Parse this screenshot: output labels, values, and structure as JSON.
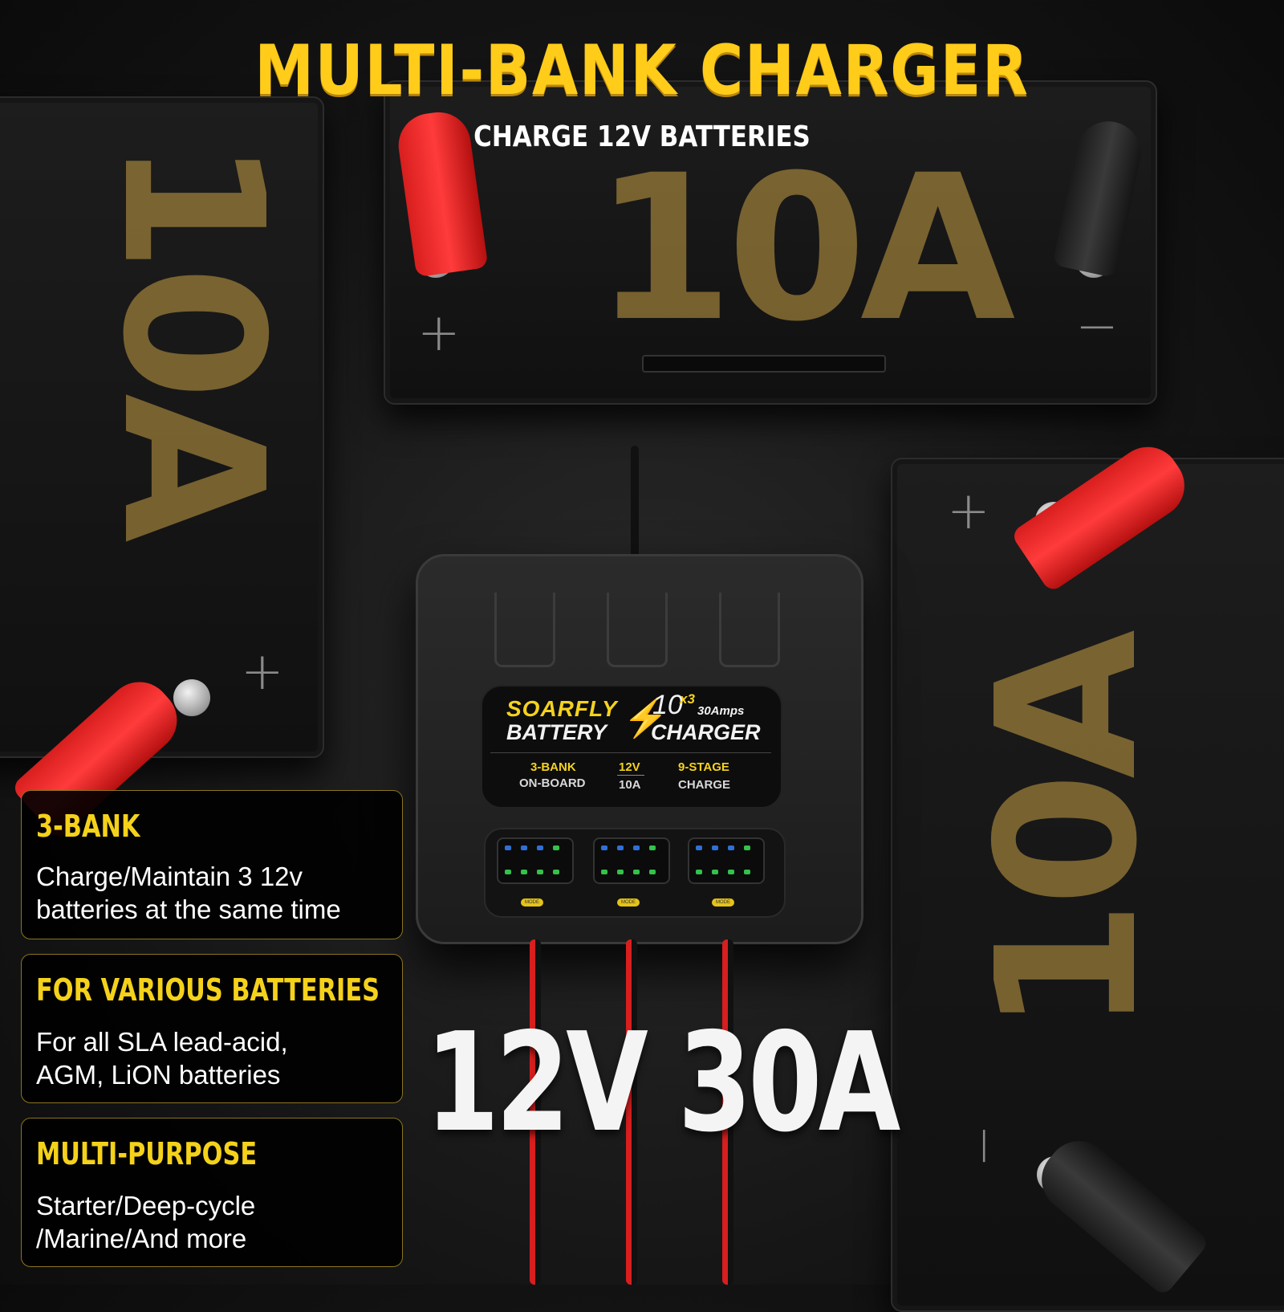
{
  "header": {
    "title": "MULTI-BANK CHARGER",
    "subtitle": "CHARGE 12V BATTERIES"
  },
  "battery_overlays": {
    "top": "10A",
    "left": "10A",
    "right": "10A"
  },
  "charger": {
    "brand": "SOARFLY",
    "line1": "BATTERY",
    "line2": "CHARGER",
    "multiplier_big": "10",
    "multiplier_small": "x3",
    "total": "30Amps",
    "specs": {
      "bank_top": "3-BANK",
      "bank_bottom": "ON-BOARD",
      "volt_top": "12V",
      "volt_bottom": "10A",
      "stage_top": "9-STAGE",
      "stage_bottom": "CHARGE"
    },
    "mode_label": "MODE"
  },
  "headline": "12V 30A",
  "features": [
    {
      "title": "3-BANK",
      "body": "Charge/Maintain 3 12v\nbatteries at the same time"
    },
    {
      "title": "FOR VARIOUS BATTERIES",
      "body": "For all SLA lead-acid,\nAGM, LiON batteries"
    },
    {
      "title": "MULTI-PURPOSE",
      "body": "Starter/Deep-cycle\n/Marine/And more"
    }
  ],
  "colors": {
    "accent_yellow": "#f5d21a",
    "clamp_red": "#e02020",
    "panel_bg": "#000000"
  }
}
